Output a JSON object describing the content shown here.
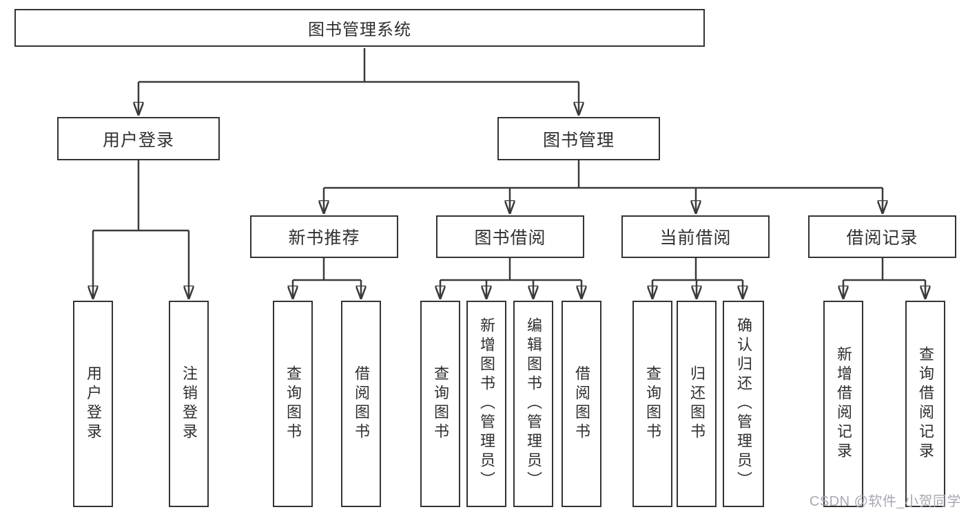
{
  "diagram_title": "图书管理系统",
  "nodes": {
    "root": "图书管理系统",
    "user_login": "用户登录",
    "book_management": "图书管理",
    "new_book_recommend": "新书推荐",
    "book_borrow": "图书借阅",
    "current_borrow": "当前借阅",
    "borrow_record": "借阅记录"
  },
  "leaves": {
    "user_login": {
      "login": "用户登录",
      "logout": "注销登录"
    },
    "new_book_recommend": {
      "query_book": "查询图书",
      "borrow_book": "借阅图书"
    },
    "book_borrow": {
      "query_book": "查询图书",
      "add_book": "新增图书（管理员）",
      "edit_book": "编辑图书（管理员）",
      "borrow_book": "借阅图书"
    },
    "current_borrow": {
      "query_book": "查询图书",
      "return_book": "归还图书",
      "confirm_return": "确认归还（管理员）"
    },
    "borrow_record": {
      "add_record": "新增借阅记录",
      "query_record": "查询借阅记录"
    }
  },
  "watermark": "CSDN @软件_小贺同学",
  "colors": {
    "line": "#3a3a3a",
    "text": "#2f2f2f",
    "watermark": "#a6a8b2",
    "background": "#ffffff"
  }
}
